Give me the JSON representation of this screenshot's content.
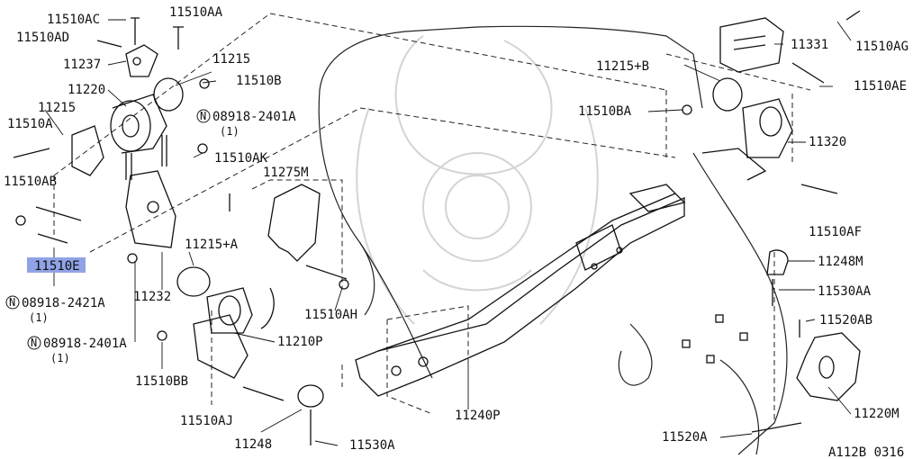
{
  "diagram": {
    "code": "A112B 0316",
    "parts": [
      {
        "id": "11510AC",
        "label": "11510AC"
      },
      {
        "id": "11510AA",
        "label": "11510AA"
      },
      {
        "id": "11510AD",
        "label": "11510AD"
      },
      {
        "id": "11237",
        "label": "11237"
      },
      {
        "id": "11215_top",
        "label": "11215"
      },
      {
        "id": "11220",
        "label": "11220"
      },
      {
        "id": "11510B",
        "label": "11510B"
      },
      {
        "id": "11510A",
        "label": "11510A"
      },
      {
        "id": "11215_left",
        "label": "11215"
      },
      {
        "id": "n08918_2401A_top",
        "label": "08918-2401A",
        "qty": "(1)"
      },
      {
        "id": "11510AK",
        "label": "11510AK"
      },
      {
        "id": "11275M",
        "label": "11275M"
      },
      {
        "id": "11510AB",
        "label": "11510AB"
      },
      {
        "id": "11510E",
        "label": "11510E",
        "highlighted": true
      },
      {
        "id": "11215A",
        "label": "11215+A"
      },
      {
        "id": "11232",
        "label": "11232"
      },
      {
        "id": "n08918_2421A",
        "label": "08918-2421A",
        "qty": "(1)"
      },
      {
        "id": "n08918_2401A_bottom",
        "label": "08918-2401A",
        "qty": "(1)"
      },
      {
        "id": "11510AH",
        "label": "11510AH"
      },
      {
        "id": "11210P",
        "label": "11210P"
      },
      {
        "id": "11510BB",
        "label": "11510BB"
      },
      {
        "id": "11510AJ",
        "label": "11510AJ"
      },
      {
        "id": "11248_bottom",
        "label": "11248"
      },
      {
        "id": "11530A",
        "label": "11530A"
      },
      {
        "id": "11240P",
        "label": "11240P"
      },
      {
        "id": "11510AG",
        "label": "11510AG"
      },
      {
        "id": "11331",
        "label": "11331"
      },
      {
        "id": "11215B",
        "label": "11215+B"
      },
      {
        "id": "11510AE",
        "label": "11510AE"
      },
      {
        "id": "11510BA",
        "label": "11510BA"
      },
      {
        "id": "11320",
        "label": "11320"
      },
      {
        "id": "11510AF",
        "label": "11510AF"
      },
      {
        "id": "11248M",
        "label": "11248M"
      },
      {
        "id": "11530AA",
        "label": "11530AA"
      },
      {
        "id": "11520AB",
        "label": "11520AB"
      },
      {
        "id": "11220M",
        "label": "11220M"
      },
      {
        "id": "11520A",
        "label": "11520A"
      }
    ]
  }
}
